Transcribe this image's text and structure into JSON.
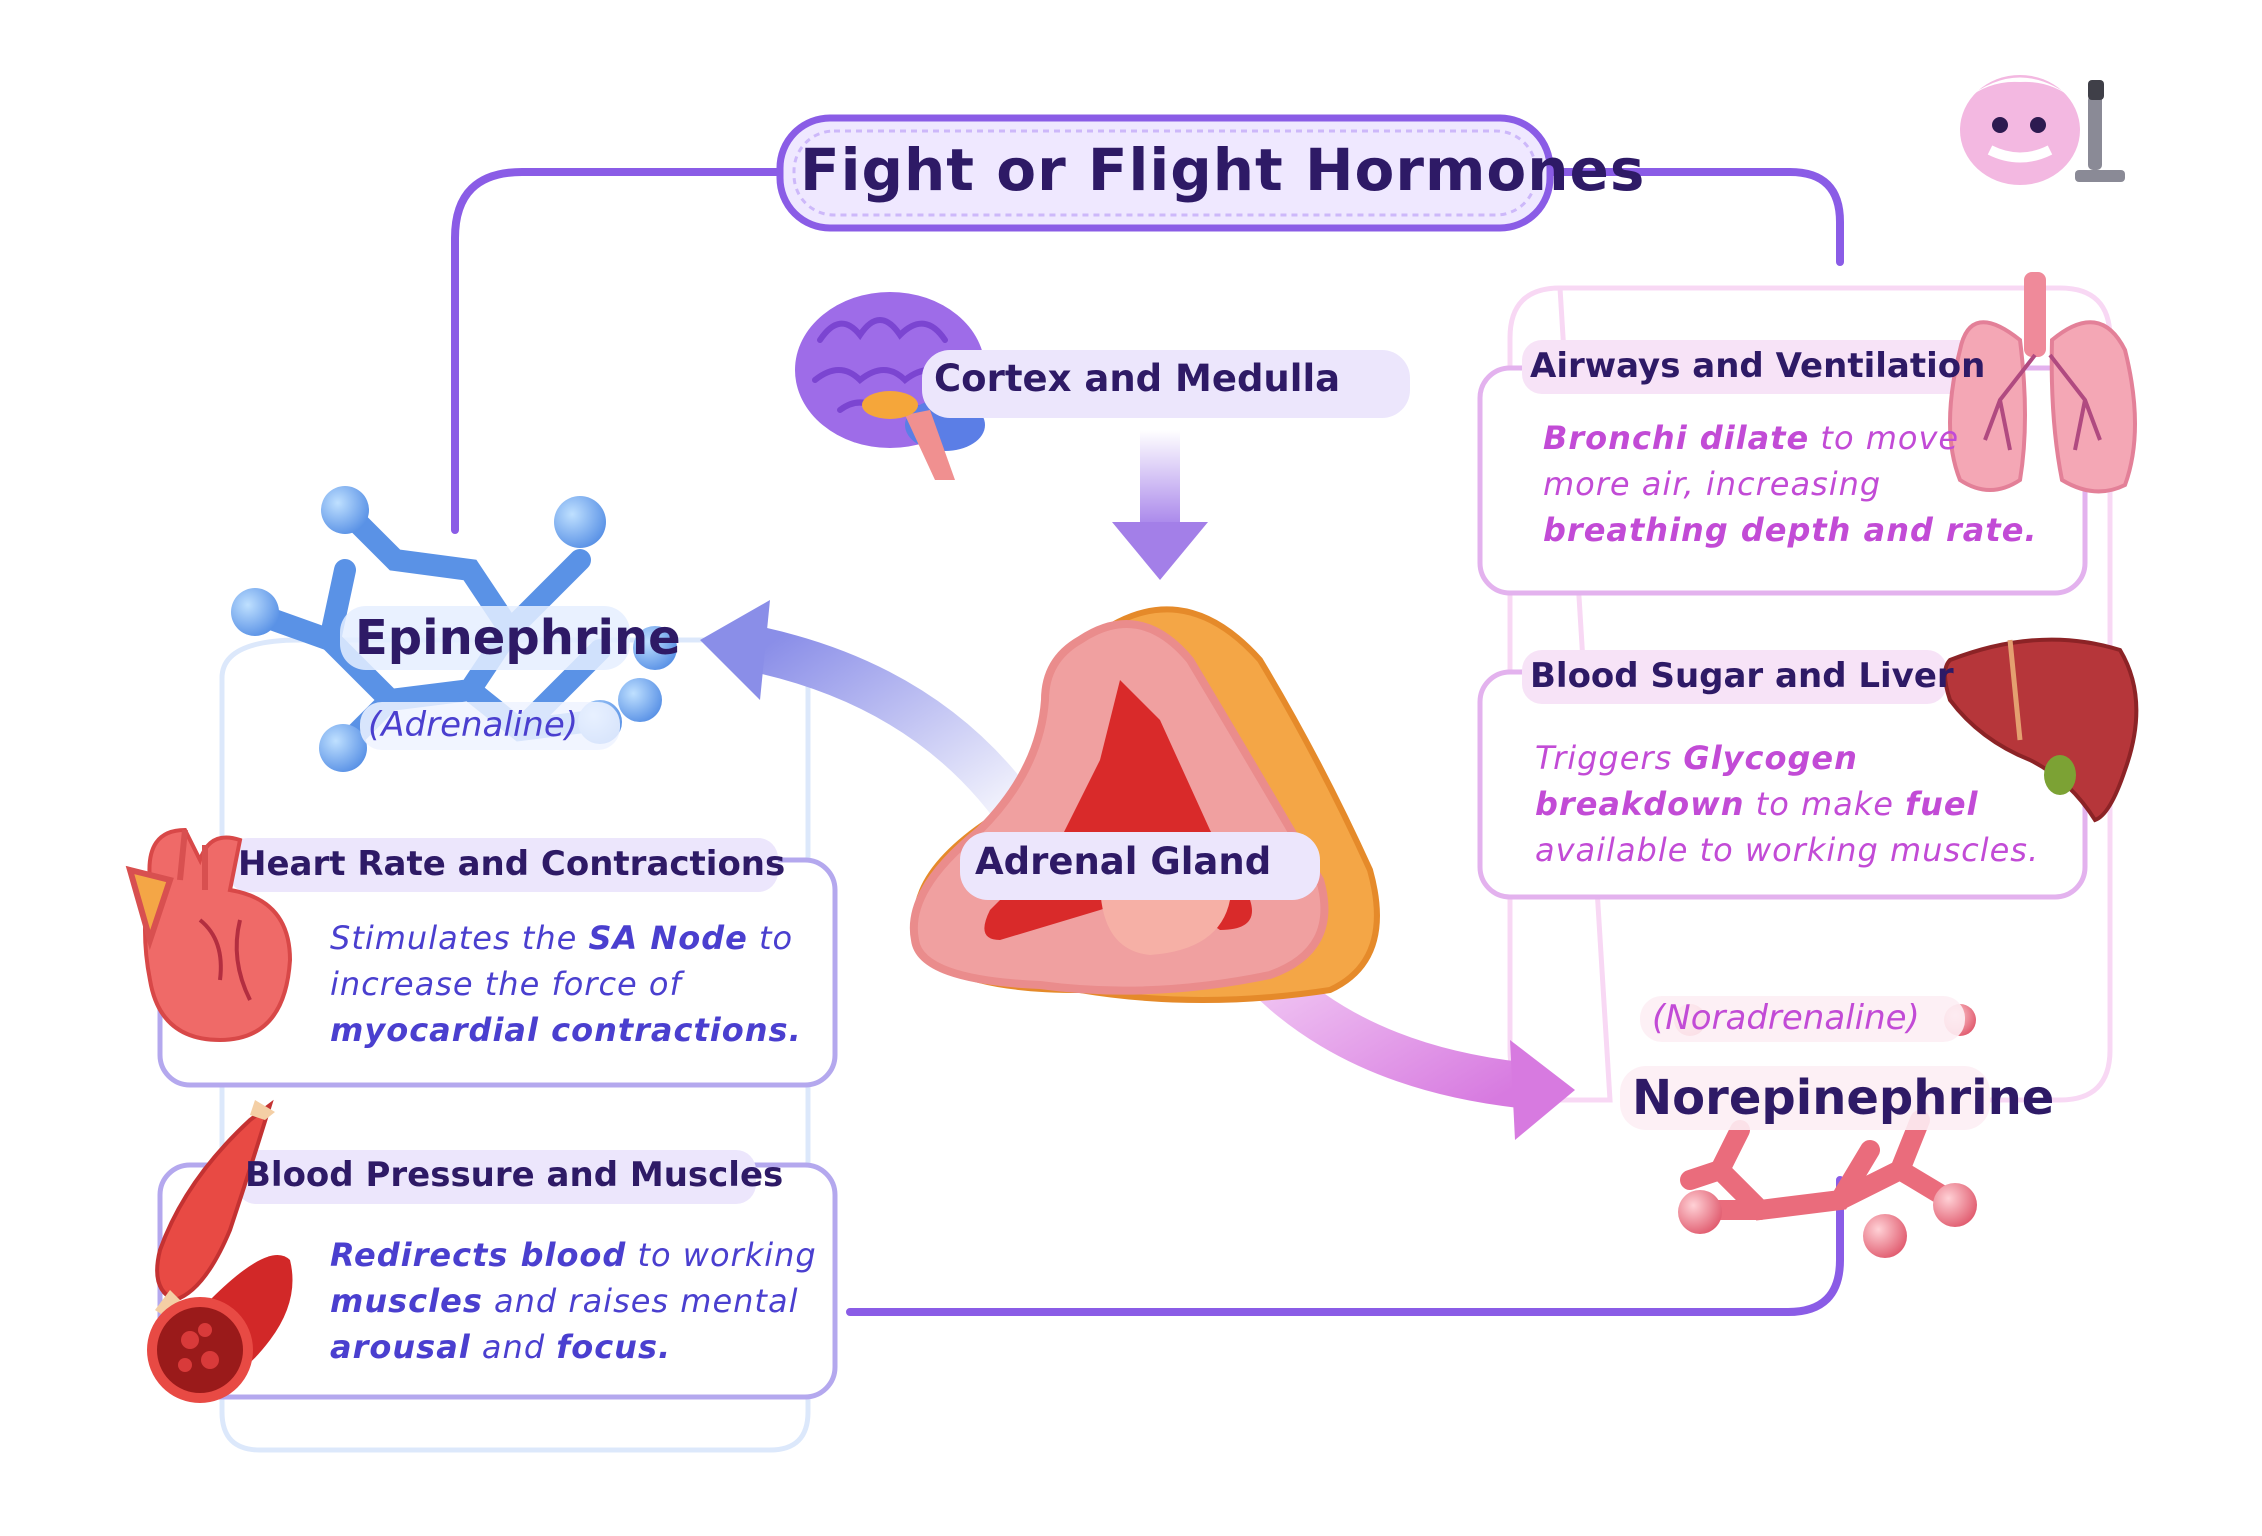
{
  "title": "Fight or Flight Hormones",
  "brain_label": "Cortex and Medulla",
  "adrenal_label": "Adrenal Gland",
  "epinephrine": {
    "name": "Epinephrine",
    "alias": "(Adrenaline)"
  },
  "norepinephrine": {
    "name": "Norepinephrine",
    "alias": "(Noradrenaline)"
  },
  "cards": {
    "heart": {
      "title": "Heart Rate and Contractions",
      "l1a": "Stimulates the ",
      "l1b": "SA Node",
      "l1c": " to",
      "l2": "increase the force of",
      "l3": "myocardial contractions."
    },
    "muscles": {
      "title": "Blood Pressure and Muscles",
      "l1a": "Redirects blood",
      "l1b": " to working",
      "l2a": "muscles",
      "l2b": " and raises mental",
      "l3a": "arousal",
      "l3b": " and ",
      "l3c": "focus."
    },
    "airways": {
      "title": "Airways and Ventilation",
      "l1a": "Bronchi dilate",
      "l1b": " to move",
      "l2": "more air, increasing",
      "l3": "breathing depth and rate."
    },
    "liver": {
      "title": "Blood Sugar and Liver",
      "l1a": "Triggers ",
      "l1b": "Glycogen",
      "l2a": "breakdown",
      "l2b": " to make ",
      "l2c": "fuel",
      "l3": "available to working muscles."
    }
  },
  "colors": {
    "title_frame": "#8a5ce6",
    "epinephrine_blue": "#6aa3ee",
    "norepinephrine_pink": "#ef7d8c",
    "left_text": "#4a3fcf",
    "right_text": "#c24bd6"
  },
  "icons": [
    "brain-icon",
    "adrenal-gland-icon",
    "heart-icon",
    "muscle-icon",
    "blood-vessel-icon",
    "lungs-icon",
    "liver-icon",
    "microscope-mascot-icon"
  ]
}
